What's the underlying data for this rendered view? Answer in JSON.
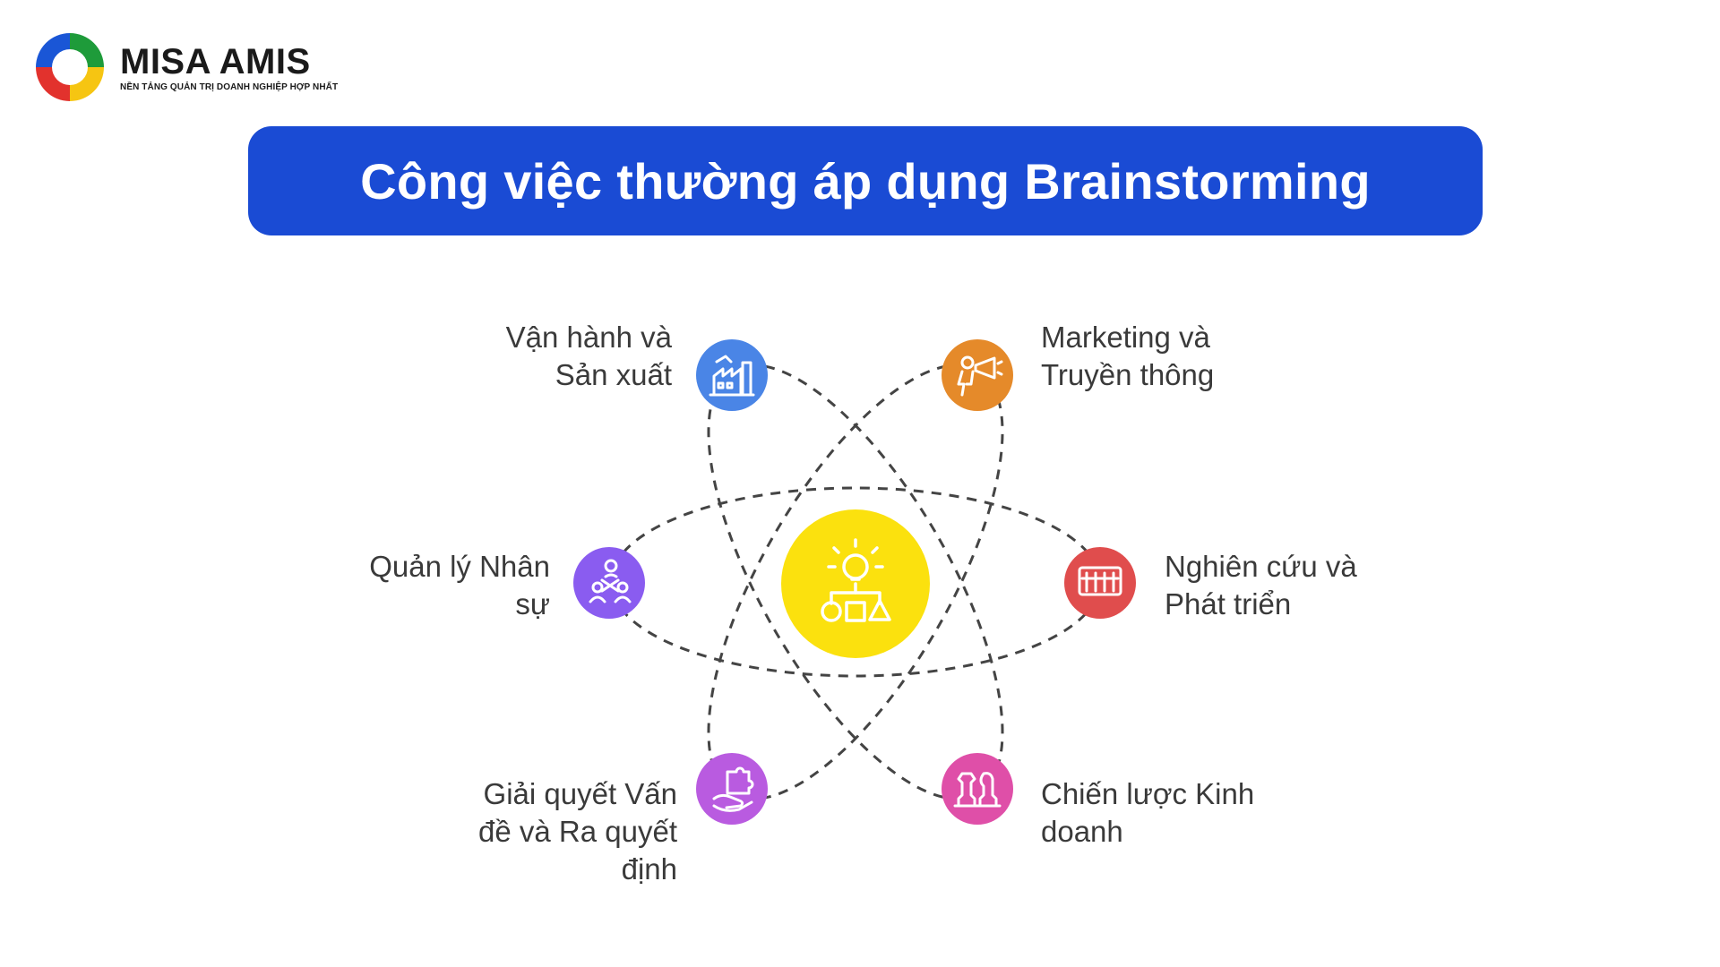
{
  "logo": {
    "name": "MISA AMIS",
    "tagline": "NỀN TẢNG QUẢN TRỊ DOANH NGHIỆP HỢP NHẤT"
  },
  "title": "Công việc thường áp dụng Brainstorming",
  "nodes": {
    "operations": {
      "lines": [
        "Vận hành và",
        "Sản xuất"
      ],
      "color": "#4a85e6",
      "icon": "factory-icon"
    },
    "marketing": {
      "lines": [
        "Marketing và",
        "Truyền thông"
      ],
      "color": "#e58a2a",
      "icon": "megaphone-icon"
    },
    "hr": {
      "lines": [
        "Quản lý Nhân",
        "sự"
      ],
      "color": "#8a5cf0",
      "icon": "people-network-icon"
    },
    "rnd": {
      "lines": [
        "Nghiên cứu và",
        "Phát triển"
      ],
      "color": "#e04d4d",
      "icon": "lab-tubes-icon"
    },
    "problem": {
      "lines": [
        "Giải quyết Vấn",
        "đề và Ra quyết",
        "định"
      ],
      "color": "#b95be0",
      "icon": "puzzle-hand-icon"
    },
    "strategy": {
      "lines": [
        "Chiến lược Kinh",
        "doanh"
      ],
      "color": "#df4fa8",
      "icon": "chess-pieces-icon"
    }
  },
  "center": {
    "color": "#fbe10e",
    "icon": "lightbulb-shapes-icon"
  },
  "colors": {
    "banner": "#1a4bd4",
    "text": "#3a3a3a",
    "dash": "#444444"
  }
}
